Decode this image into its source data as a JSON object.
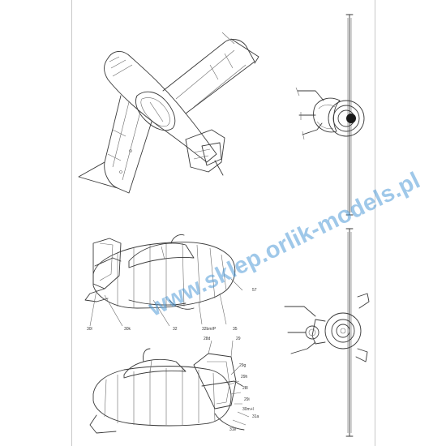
{
  "watermark": "www.sklep.orlik-models.pl",
  "labels": {
    "l57": "57",
    "l30l": "30l",
    "l30k": "30k",
    "l32": "32",
    "l32bm": "32bm/P",
    "l35": "35",
    "l28d": "28d",
    "l29": "29",
    "l29g": "29g",
    "l29h": "29h",
    "l28l": "28l",
    "l29i": "29i",
    "l30m": "30m+l",
    "l31a": "31a",
    "l31e": "31e"
  },
  "colors": {
    "line": "#3a3a3a",
    "watermark": "#509bd7"
  }
}
